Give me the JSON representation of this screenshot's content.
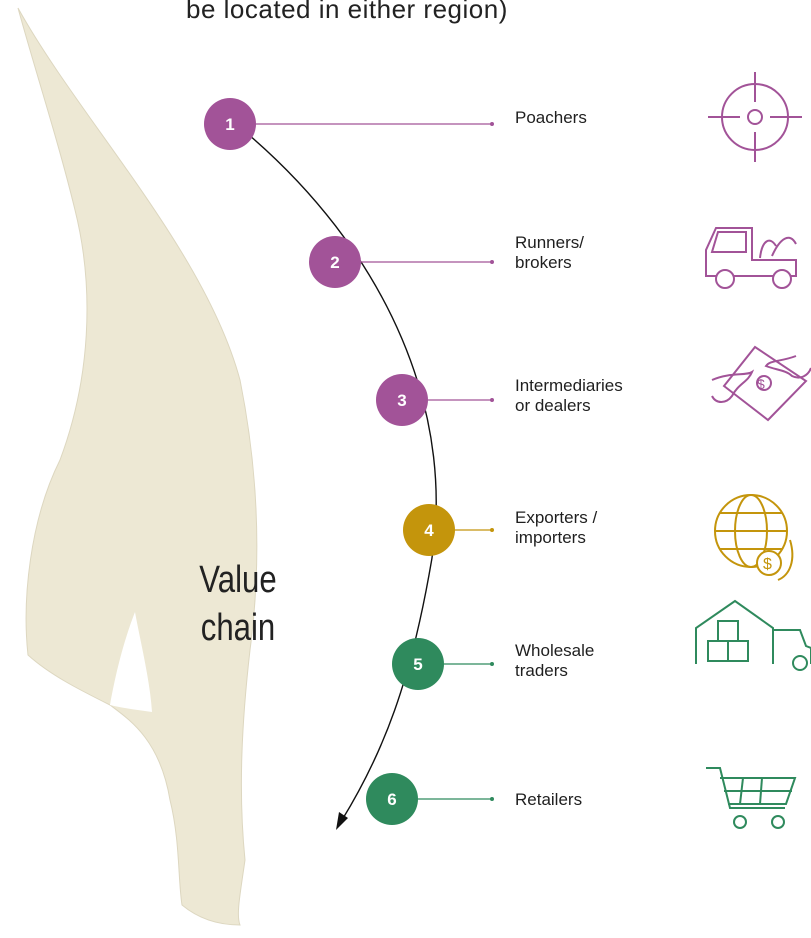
{
  "header": {
    "caption_fragment": "be located in either region)"
  },
  "center_label": {
    "line1": "Value",
    "line2": "chain"
  },
  "colors": {
    "tusk_fill": "#ede8d4",
    "purple": "#a25398",
    "gold": "#c4950c",
    "green": "#2f8a5d",
    "arc": "#111111"
  },
  "stages": [
    {
      "number": "1",
      "label_lines": [
        "Poachers"
      ],
      "color": "#a25398",
      "icon": "crosshair-target-icon"
    },
    {
      "number": "2",
      "label_lines": [
        "Runners/",
        "brokers"
      ],
      "color": "#a25398",
      "icon": "pickup-truck-icon"
    },
    {
      "number": "3",
      "label_lines": [
        "Intermediaries",
        "or dealers"
      ],
      "color": "#a25398",
      "icon": "hands-exchanging-money-icon"
    },
    {
      "number": "4",
      "label_lines": [
        "Exporters /",
        "importers"
      ],
      "color": "#c4950c",
      "icon": "globe-dollar-icon"
    },
    {
      "number": "5",
      "label_lines": [
        "Wholesale",
        "traders"
      ],
      "color": "#2f8a5d",
      "icon": "warehouse-boxes-truck-icon"
    },
    {
      "number": "6",
      "label_lines": [
        "Retailers"
      ],
      "color": "#2f8a5d",
      "icon": "shopping-cart-icon"
    }
  ]
}
